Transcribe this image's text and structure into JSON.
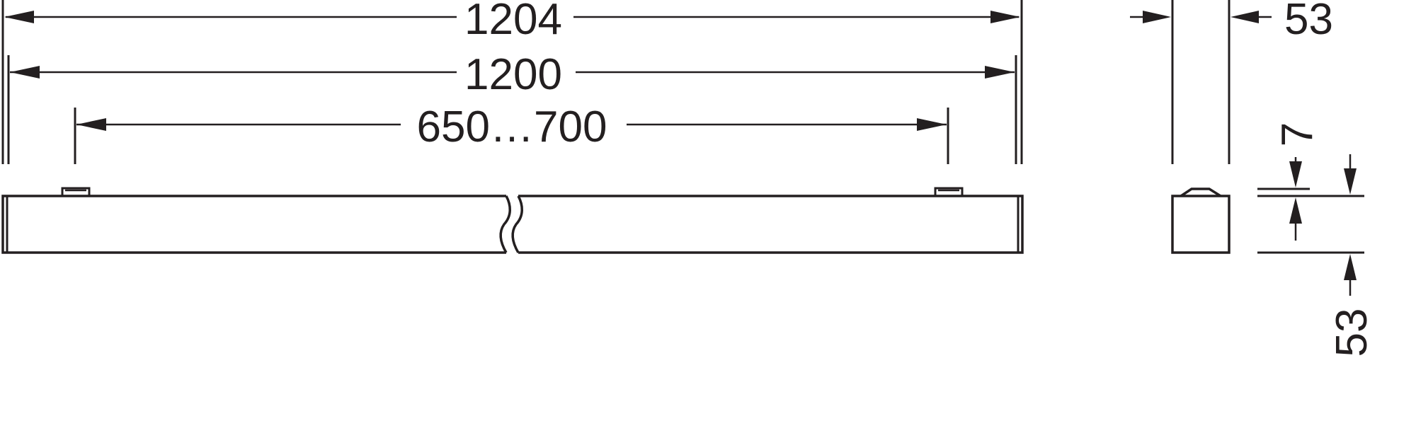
{
  "dimensions": {
    "overall_length": "1204",
    "body_length": "1200",
    "mount_spacing": "650…700",
    "width_top": "53",
    "clip_height": "7",
    "height_side": "53"
  }
}
